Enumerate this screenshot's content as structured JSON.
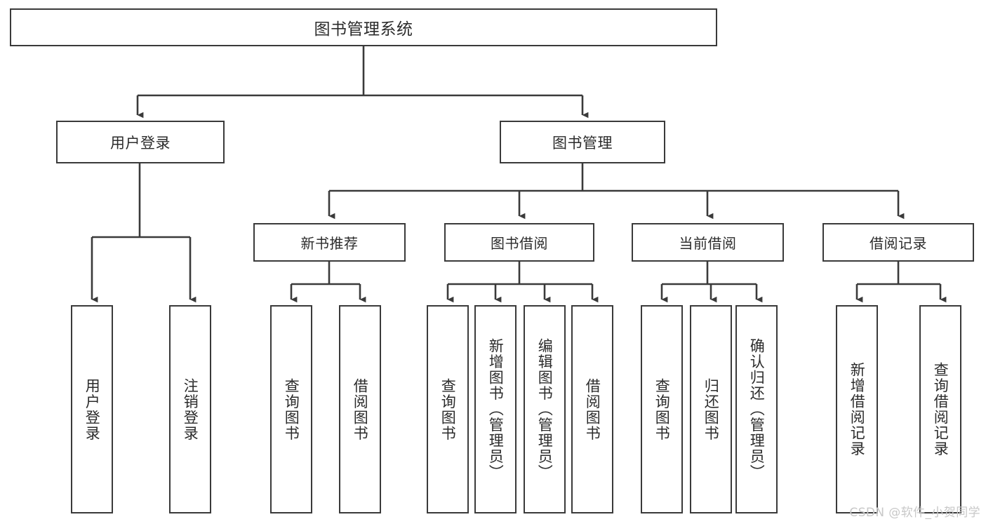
{
  "diagram": {
    "title": "图书管理系统",
    "type": "tree-hierarchy-chart",
    "watermark": "CSDN @软件_小贺同学",
    "colors": {
      "border": "#3a3a3a",
      "text": "#2b2b2b",
      "connector": "#3a3a3a",
      "background": "#ffffff",
      "watermark": "#c8c8c8"
    }
  },
  "nodes": {
    "root": {
      "label": "图书管理系统"
    },
    "level1": [
      {
        "id": "user-login",
        "label": "用户登录"
      },
      {
        "id": "book-manage",
        "label": "图书管理"
      }
    ],
    "level2": [
      {
        "id": "new-book-rec",
        "label": "新书推荐"
      },
      {
        "id": "book-borrow",
        "label": "图书借阅"
      },
      {
        "id": "current-borrow",
        "label": "当前借阅"
      },
      {
        "id": "borrow-record",
        "label": "借阅记录"
      }
    ],
    "leaves": {
      "user-login": [
        {
          "id": "leaf-user-login",
          "label": "用户登录"
        },
        {
          "id": "leaf-user-logout",
          "label": "注销登录"
        }
      ],
      "new-book-rec": [
        {
          "id": "leaf-query-book-1",
          "label": "查询图书"
        },
        {
          "id": "leaf-borrow-book-1",
          "label": "借阅图书"
        }
      ],
      "book-borrow": [
        {
          "id": "leaf-query-book-2",
          "label": "查询图书"
        },
        {
          "id": "leaf-add-book",
          "label": "新增图书（管理员）"
        },
        {
          "id": "leaf-edit-book",
          "label": "编辑图书（管理员）"
        },
        {
          "id": "leaf-borrow-book-2",
          "label": "借阅图书"
        }
      ],
      "current-borrow": [
        {
          "id": "leaf-query-book-3",
          "label": "查询图书"
        },
        {
          "id": "leaf-return-book",
          "label": "归还图书"
        },
        {
          "id": "leaf-confirm-return",
          "label": "确认归还（管理员）"
        }
      ],
      "borrow-record": [
        {
          "id": "leaf-add-record",
          "label": "新增借阅记录"
        },
        {
          "id": "leaf-query-record",
          "label": "查询借阅记录"
        }
      ]
    }
  }
}
